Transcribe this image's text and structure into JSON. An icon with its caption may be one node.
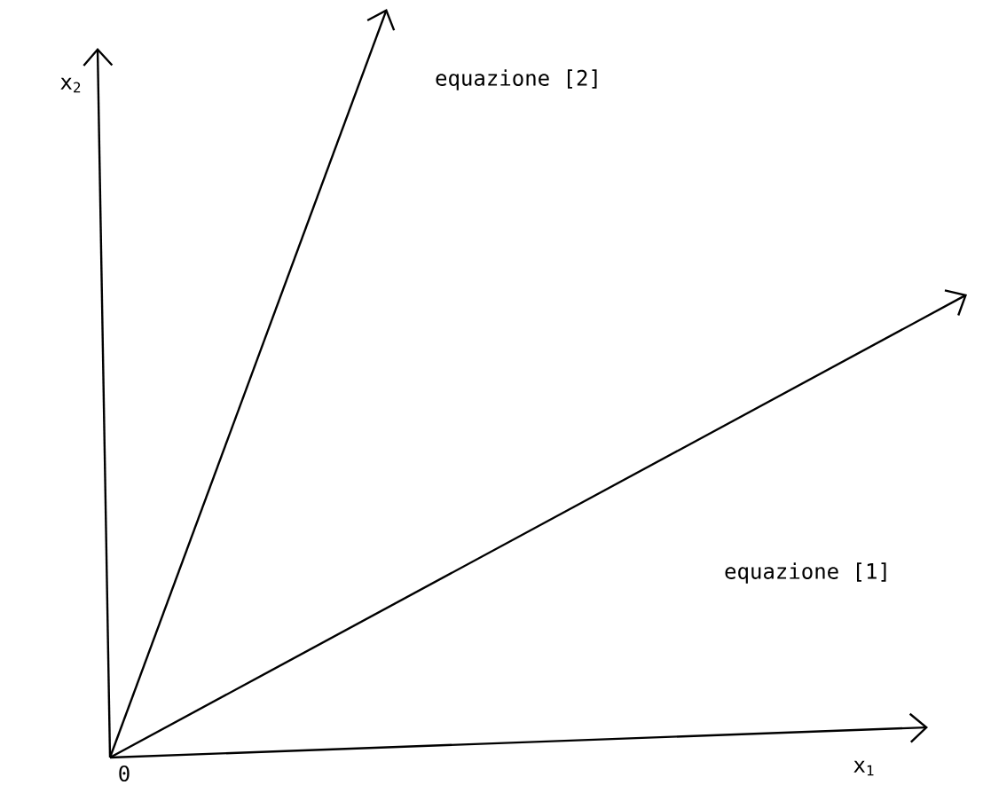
{
  "diagram": {
    "labels": [
      "x$_{2}$",
      "equazione [2]",
      "equazione [1]",
      "0",
      "x$_{1}$"
    ]
  }
}
